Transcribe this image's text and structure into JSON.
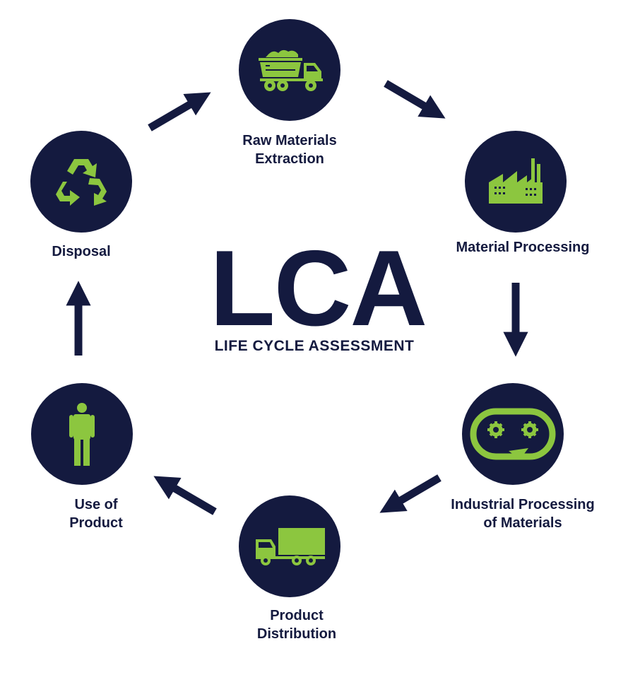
{
  "title": "LCA",
  "subtitle": "LIFE CYCLE ASSESSMENT",
  "colors": {
    "dark": "#141a3f",
    "accent": "#8cc63f",
    "background": "#ffffff"
  },
  "stages": [
    {
      "id": "raw",
      "icon": "dump-truck-icon",
      "label": [
        "Raw Materials",
        "Extraction"
      ]
    },
    {
      "id": "processing",
      "icon": "factory-icon",
      "label": [
        "Material Processing"
      ]
    },
    {
      "id": "industrial",
      "icon": "conveyor-gears-icon",
      "label": [
        "Industrial Processing",
        "of Materials"
      ]
    },
    {
      "id": "distribution",
      "icon": "delivery-truck-icon",
      "label": [
        "Product",
        "Distribution"
      ]
    },
    {
      "id": "use",
      "icon": "person-icon",
      "label": [
        "Use of",
        "Product"
      ]
    },
    {
      "id": "disposal",
      "icon": "recycle-icon",
      "label": [
        "Disposal"
      ]
    }
  ]
}
